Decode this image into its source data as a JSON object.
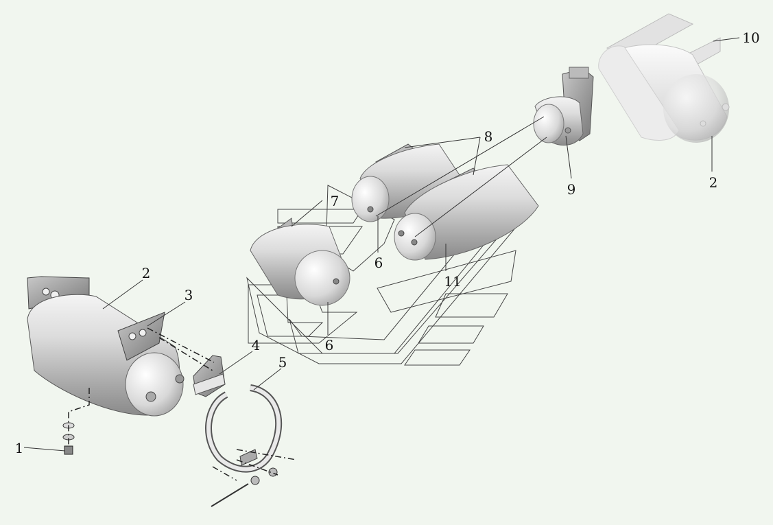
{
  "diagram": {
    "callouts": [
      {
        "id": "c1",
        "text": "1"
      },
      {
        "id": "c2a",
        "text": "2"
      },
      {
        "id": "c3",
        "text": "3"
      },
      {
        "id": "c4",
        "text": "4"
      },
      {
        "id": "c5",
        "text": "5"
      },
      {
        "id": "c6a",
        "text": "6"
      },
      {
        "id": "c6b",
        "text": "6"
      },
      {
        "id": "c7",
        "text": "7"
      },
      {
        "id": "c8",
        "text": "8"
      },
      {
        "id": "c9",
        "text": "9"
      },
      {
        "id": "c10",
        "text": "10"
      },
      {
        "id": "c2b",
        "text": "2"
      },
      {
        "id": "c11",
        "text": "11"
      }
    ]
  }
}
